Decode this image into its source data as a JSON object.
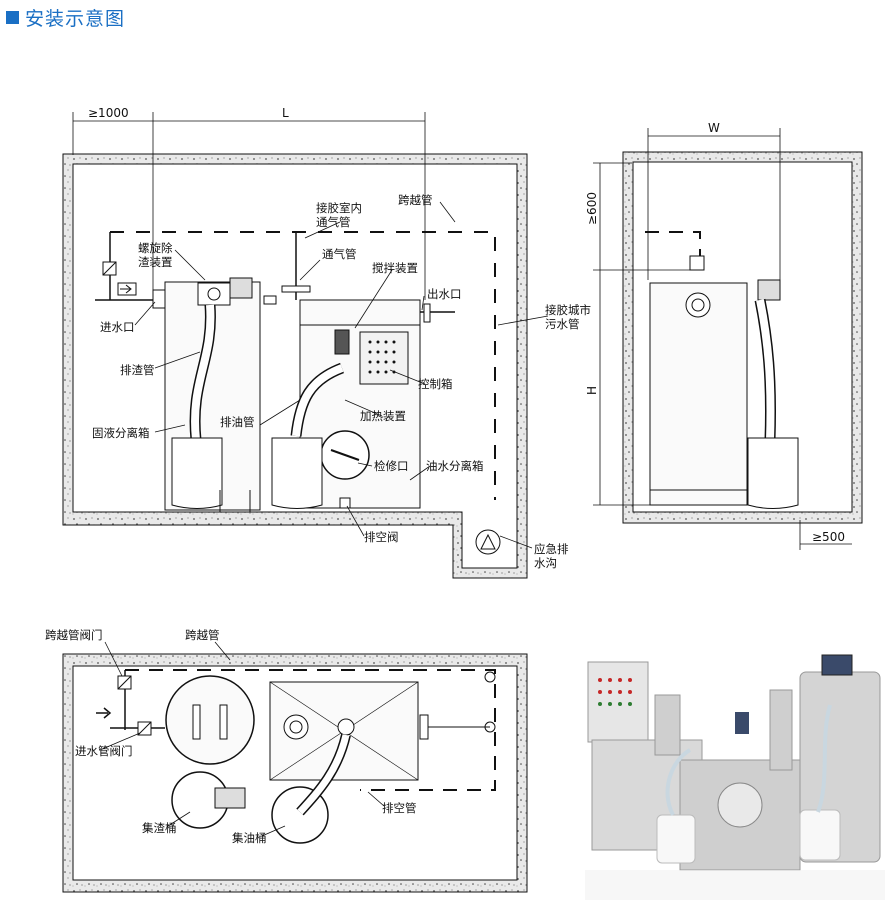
{
  "header": {
    "title": "安装示意图"
  },
  "elevation": {
    "dims": {
      "clearance": "≥1000",
      "length": "L"
    },
    "labels": {
      "sewer_vent": "接胶室内",
      "sewer_vent2": "通气管",
      "bypass": "跨越管",
      "vent": "通气管",
      "spiral": "螺旋除",
      "spiral2": "渣装置",
      "mixer": "搅拌装置",
      "outlet": "出水口",
      "city_sewer": "接胶城市",
      "city_sewer2": "污水管",
      "inlet": "进水口",
      "slag_pipe": "排渣管",
      "control_box": "控制箱",
      "oil_pipe": "排油管",
      "heater": "加热装置",
      "sl_separator": "固液分离箱",
      "inspection": "检修口",
      "ow_separator": "油水分离箱",
      "drain_valve": "排空阀",
      "emergency": "应急排",
      "emergency2": "水沟"
    }
  },
  "side": {
    "dims": {
      "width": "W",
      "height": "H",
      "top": "≥600",
      "side": "≥500"
    }
  },
  "plan": {
    "labels": {
      "bypass_valve": "跨越管阀门",
      "bypass": "跨越管",
      "inlet_valve": "进水管阀门",
      "slag_bucket": "集渣桶",
      "oil_bucket": "集油桶",
      "drain_pipe": "排空管"
    }
  },
  "colors": {
    "accent": "#1a6fc4",
    "line": "#111111",
    "concrete": "#dcdcdc",
    "steel": "#e8e8e8"
  }
}
